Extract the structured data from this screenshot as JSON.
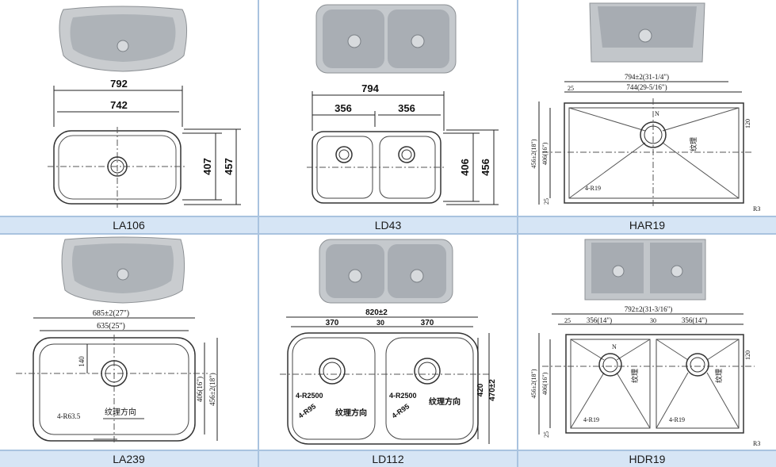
{
  "products": [
    {
      "model": "LA106",
      "dims": {
        "outer_w": "792",
        "inner_w": "742",
        "inner_h": "407",
        "outer_h": "457"
      }
    },
    {
      "model": "LD43",
      "dims": {
        "outer_w": "794",
        "bowl_l": "356",
        "bowl_r": "356",
        "inner_h": "406",
        "outer_h": "456"
      }
    },
    {
      "model": "HAR19",
      "dims": {
        "outer_w": "794±2(31-1/4\")",
        "inner_w": "744(29-5/16\")",
        "edge": "25",
        "right": "120",
        "outer_h": "456±2(18\")",
        "inner_h": "406(16\")",
        "bottom": "25",
        "radius": "4-R19",
        "north": "N",
        "texture": "纹理",
        "corner": "R3"
      }
    },
    {
      "model": "LA239",
      "dims": {
        "outer_w": "685±2(27\")",
        "inner_w": "635(25\")",
        "drain": "140",
        "inner_h": "406(16\")",
        "outer_h": "456±2(18\")",
        "radius": "4-R63.5",
        "texture": "纹理方向"
      }
    },
    {
      "model": "LD112",
      "dims": {
        "outer_w": "820±2",
        "bowl_l": "370",
        "gap": "30",
        "bowl_r": "370",
        "inner_h": "420",
        "outer_h": "470±2",
        "r1": "4-R2500",
        "r2": "4-R95",
        "texture": "纹理方向"
      }
    },
    {
      "model": "HDR19",
      "dims": {
        "outer_w": "792±2(31-3/16\")",
        "edge": "25",
        "bowl_l": "356(14\")",
        "gap": "30",
        "bowl_r": "356(14\")",
        "right": "120",
        "outer_h": "456±2(18\")",
        "inner_h": "406(16\")",
        "bottom": "25",
        "radius": "4-R19",
        "north": "N",
        "texture": "纹理",
        "corner": "R3"
      }
    }
  ]
}
